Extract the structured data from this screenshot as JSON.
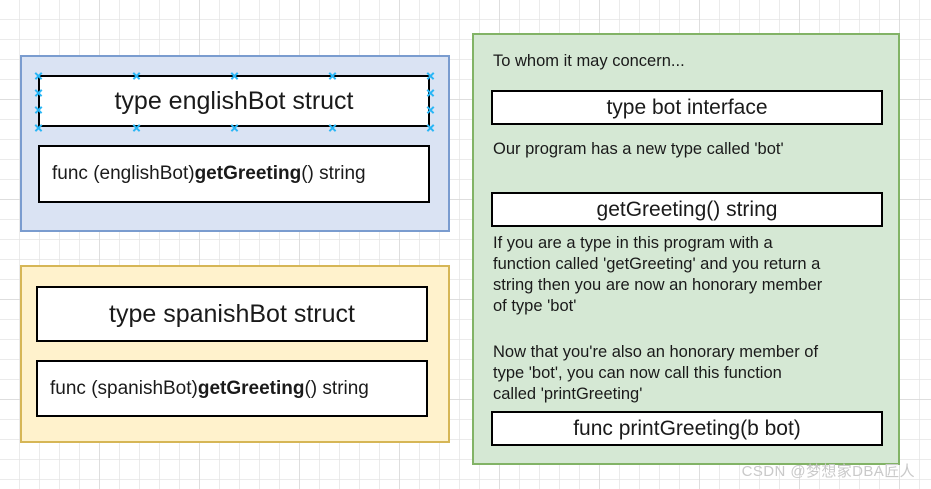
{
  "canvas": {
    "watermark": "CSDN @梦想家DBA匠人",
    "grid": "on",
    "colors": {
      "blue_fill": "#dae3f3",
      "blue_stroke": "#7a9ccf",
      "yellow_fill": "#fff2cc",
      "yellow_stroke": "#d6b656",
      "green_fill": "#d5e8d4",
      "green_stroke": "#82b366",
      "box_fill": "#ffffff",
      "box_stroke": "#000000",
      "selection_handle": "#29b6f6"
    }
  },
  "english_group": {
    "struct_title": "type englishBot struct",
    "method": {
      "prefix": "func (englishBot) ",
      "name": "getGreeting",
      "suffix": "() string"
    },
    "selected": true
  },
  "spanish_group": {
    "struct_title": "type spanishBot struct",
    "method": {
      "prefix": "func (spanishBot) ",
      "name": "getGreeting",
      "suffix": "() string"
    },
    "selected": false
  },
  "bot_group": {
    "note_1": "To whom it may concern...",
    "interface_title": "type bot interface",
    "note_2": "Our program has a new type called 'bot'",
    "method_signature": "getGreeting() string",
    "note_3": "If you are a type in this program with a\nfunction called 'getGreeting' and you return a\nstring then you are now an honorary member\nof type 'bot'",
    "note_4": "Now that you're also an honorary member of\ntype 'bot', you can now call this function\ncalled 'printGreeting'",
    "print_function": "func printGreeting(b bot)"
  }
}
